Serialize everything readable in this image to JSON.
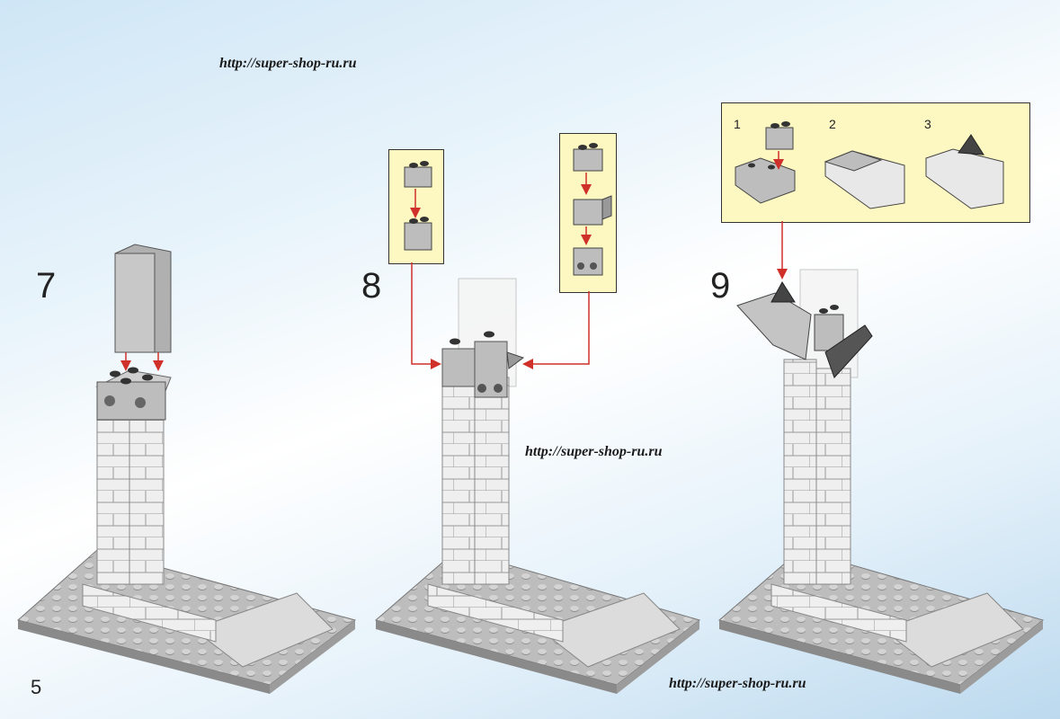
{
  "watermarks": [
    "http://super-shop-ru.ru",
    "http://super-shop-ru.ru",
    "http://super-shop-ru.ru"
  ],
  "steps": [
    {
      "number": "7"
    },
    {
      "number": "8"
    },
    {
      "number": "9",
      "substeps": [
        "1",
        "2",
        "3"
      ]
    }
  ],
  "page_number": "5",
  "colors": {
    "arrow": "#d0302a",
    "callout_bg": "#fdf8c2",
    "brick_light": "#e8e8e8",
    "brick_dark": "#555555",
    "plate": "#b9b9b9"
  }
}
